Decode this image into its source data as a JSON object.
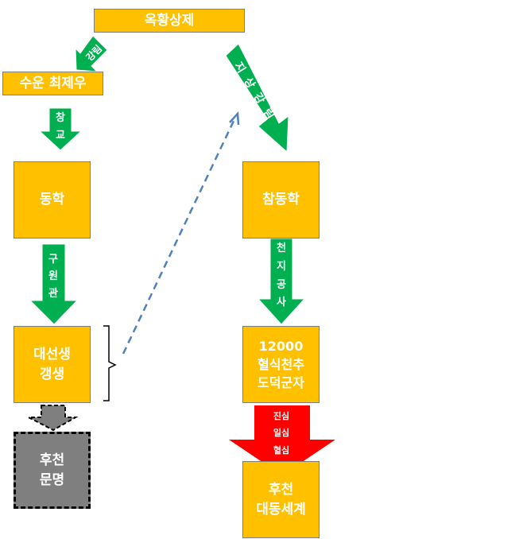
{
  "nodes": {
    "okhwang": "옥황상제",
    "suwun": "수운 최제우",
    "donghak": "동학",
    "daeseon": "대선생\n갱생",
    "huchun_mun": "후천\n문명",
    "chamdonghak": "참동학",
    "hyeolsik": "12000\n혈식천추\n도덕군자",
    "huchun_dae": "후천\n대동세계"
  },
  "arrows": {
    "gangnim": "강림",
    "changgyo": "창교",
    "guwongwan": "구원관",
    "jisanggangnim": "지상강림",
    "cheonjigongsa": "천지공사",
    "red_lines": [
      "진심",
      "일심",
      "혈심"
    ]
  },
  "colors": {
    "box": "#FFC000",
    "green": "#00B050",
    "red": "#FF0000",
    "grey": "#7F7F7F",
    "dashed_blue": "#4F81BD"
  }
}
